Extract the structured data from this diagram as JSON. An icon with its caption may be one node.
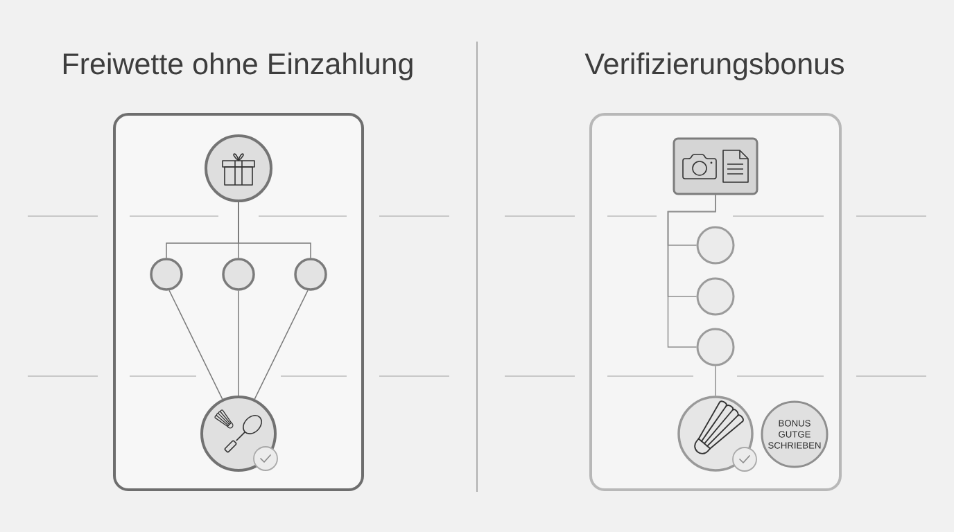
{
  "diagram": {
    "nodes": [
      {
        "text": [
          "Freiwette ohne Einzahlung"
        ]
      },
      {
        "text": [],
        "shape": "circle",
        "in": 0
      },
      {
        "text": [],
        "shape": "circle",
        "in": 0
      },
      {
        "text": [],
        "shape": "circle",
        "in": 0
      },
      {
        "text": [],
        "shape": "circle",
        "in": 0
      },
      {
        "text": [],
        "shape": "circle",
        "in": 0
      },
      {
        "text": [
          "Verifizierungsbonus"
        ]
      },
      {
        "text": [],
        "shape": "box",
        "in": 6
      },
      {
        "text": [],
        "shape": "circle",
        "in": 6
      },
      {
        "text": [],
        "shape": "circle",
        "in": 6
      },
      {
        "text": [],
        "shape": "circle",
        "in": 6
      },
      {
        "text": [],
        "shape": "circle",
        "in": 6
      },
      {
        "text": [
          "BONUS GUTGE SCHRIEBEN"
        ],
        "in": 6
      }
    ],
    "edges": [
      {
        "from": 1,
        "to": 2,
        "arrow": "none"
      },
      {
        "from": 1,
        "to": 3,
        "arrow": "none"
      },
      {
        "from": 1,
        "to": 4,
        "arrow": "none"
      },
      {
        "from": 2,
        "to": 5,
        "arrow": "none"
      },
      {
        "from": 3,
        "to": 5,
        "arrow": "none"
      },
      {
        "from": 4,
        "to": 5,
        "arrow": "none"
      },
      {
        "from": 7,
        "to": 8,
        "arrow": "none"
      },
      {
        "from": 7,
        "to": 9,
        "arrow": "none"
      },
      {
        "from": 7,
        "to": 10,
        "arrow": "none"
      },
      {
        "from": 10,
        "to": 11,
        "arrow": "none"
      }
    ]
  }
}
